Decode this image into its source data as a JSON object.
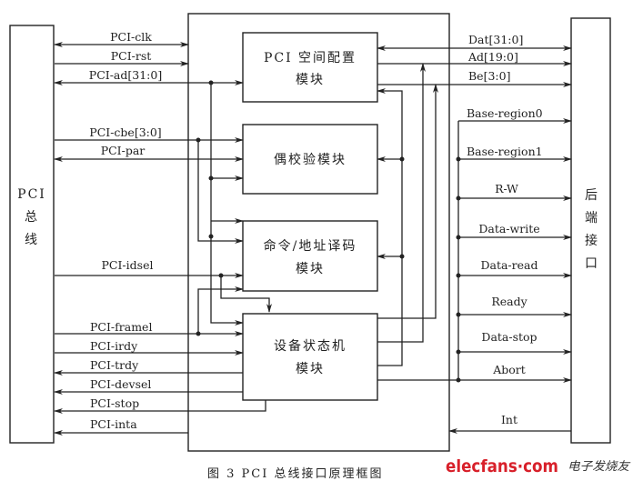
{
  "left_block": {
    "line1": "PCI",
    "line2": "总",
    "line3": "线"
  },
  "right_block": {
    "line1": "后",
    "line2": "端",
    "line3": "接",
    "line4": "口"
  },
  "modules": {
    "config": {
      "line1": "PCI 空间配置",
      "line2": "模块"
    },
    "parity": {
      "line1": "偶校验模块"
    },
    "decode": {
      "line1": "命令/地址译码",
      "line2": "模块"
    },
    "fsm": {
      "line1": "设备状态机",
      "line2": "模块"
    }
  },
  "pci_signals": [
    "PCI-clk",
    "PCI-rst",
    "PCI-ad[31:0]",
    "PCI-cbe[3:0]",
    "PCI-par",
    "PCI-idsel",
    "PCI-framel",
    "PCI-irdy",
    "PCI-trdy",
    "PCI-devsel",
    "PCI-stop",
    "PCI-inta"
  ],
  "backend_signals": [
    "Dat[31:0]",
    "Ad[19:0]",
    "Be[3:0]",
    "Base-region0",
    "Base-region1",
    "R-W",
    "Data-write",
    "Data-read",
    "Ready",
    "Data-stop",
    "Abort",
    "Int"
  ],
  "caption": "图 3  PCI 总线接口原理框图",
  "watermark": {
    "brand": "elecfans·com",
    "sub": "电子发烧友"
  }
}
